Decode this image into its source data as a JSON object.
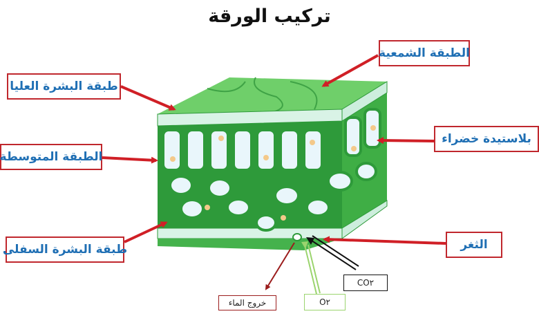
{
  "title": "تركيب الورقة",
  "labels": {
    "cuticle": "الطبقة الشمعية",
    "upper_epidermis": "طبقة البشرة العليا",
    "mesophyll": "الطبقة المتوسطة",
    "chloroplast": "بلاستيدة خضراء",
    "lower_epidermis": "طبقة البشرة السفلى",
    "stoma": "الثغر",
    "co2": "CO٢",
    "o2": "O٢",
    "water_exit": "خروج الماء"
  },
  "colors": {
    "label_border": "#c0272d",
    "label_text": "#1f6fb4",
    "arrow": "#d01f26",
    "leaf_top": "#6fcf6a",
    "leaf_dark": "#2e9a3a",
    "o2_arrow": "#9bd46e",
    "co2_arrow": "#111111"
  }
}
